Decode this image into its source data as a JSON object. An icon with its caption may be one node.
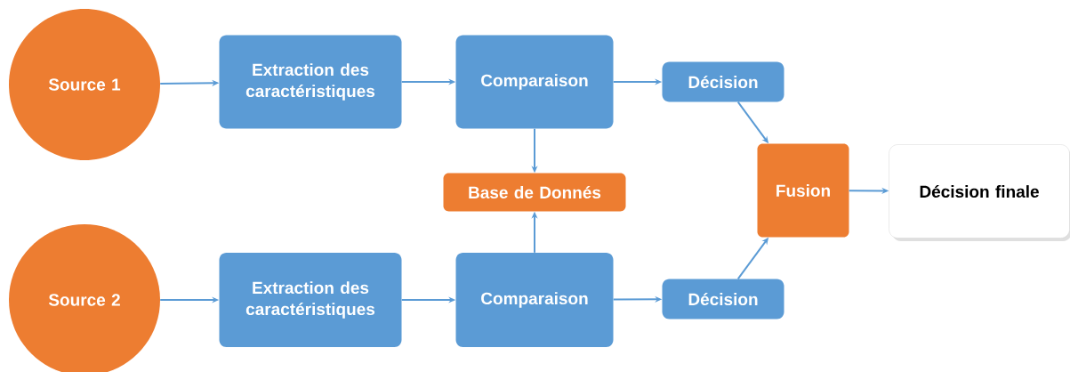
{
  "diagram": {
    "nodes": [
      {
        "text": [
          "Source 1"
        ]
      },
      {
        "text": [
          "Extraction des caractéristiques"
        ]
      },
      {
        "text": [
          "Comparaison"
        ]
      },
      {
        "text": [
          "Décision"
        ]
      },
      {
        "text": [
          "Base de Donnés"
        ]
      },
      {
        "text": [
          "Fusion"
        ]
      },
      {
        "text": [
          "Décision finale"
        ]
      },
      {
        "text": [
          "Source 2"
        ]
      },
      {
        "text": [
          "Extraction des caractéristiques"
        ]
      },
      {
        "text": [
          "Comparaison"
        ]
      },
      {
        "text": [
          "Décision"
        ]
      }
    ],
    "edges": [
      {
        "from": 0,
        "to": 1,
        "arrow": "to"
      },
      {
        "from": 1,
        "to": 2,
        "arrow": "to"
      },
      {
        "from": 2,
        "to": 3,
        "arrow": "to"
      },
      {
        "from": 2,
        "to": 4,
        "arrow": "to"
      },
      {
        "from": 9,
        "to": 4,
        "arrow": "to"
      },
      {
        "from": 3,
        "to": 5,
        "arrow": "to"
      },
      {
        "from": 10,
        "to": 5,
        "arrow": "to"
      },
      {
        "from": 5,
        "to": 6,
        "arrow": "to"
      },
      {
        "from": 7,
        "to": 8,
        "arrow": "to"
      },
      {
        "from": 8,
        "to": 9,
        "arrow": "to"
      },
      {
        "from": 9,
        "to": 10,
        "arrow": "to"
      }
    ]
  }
}
